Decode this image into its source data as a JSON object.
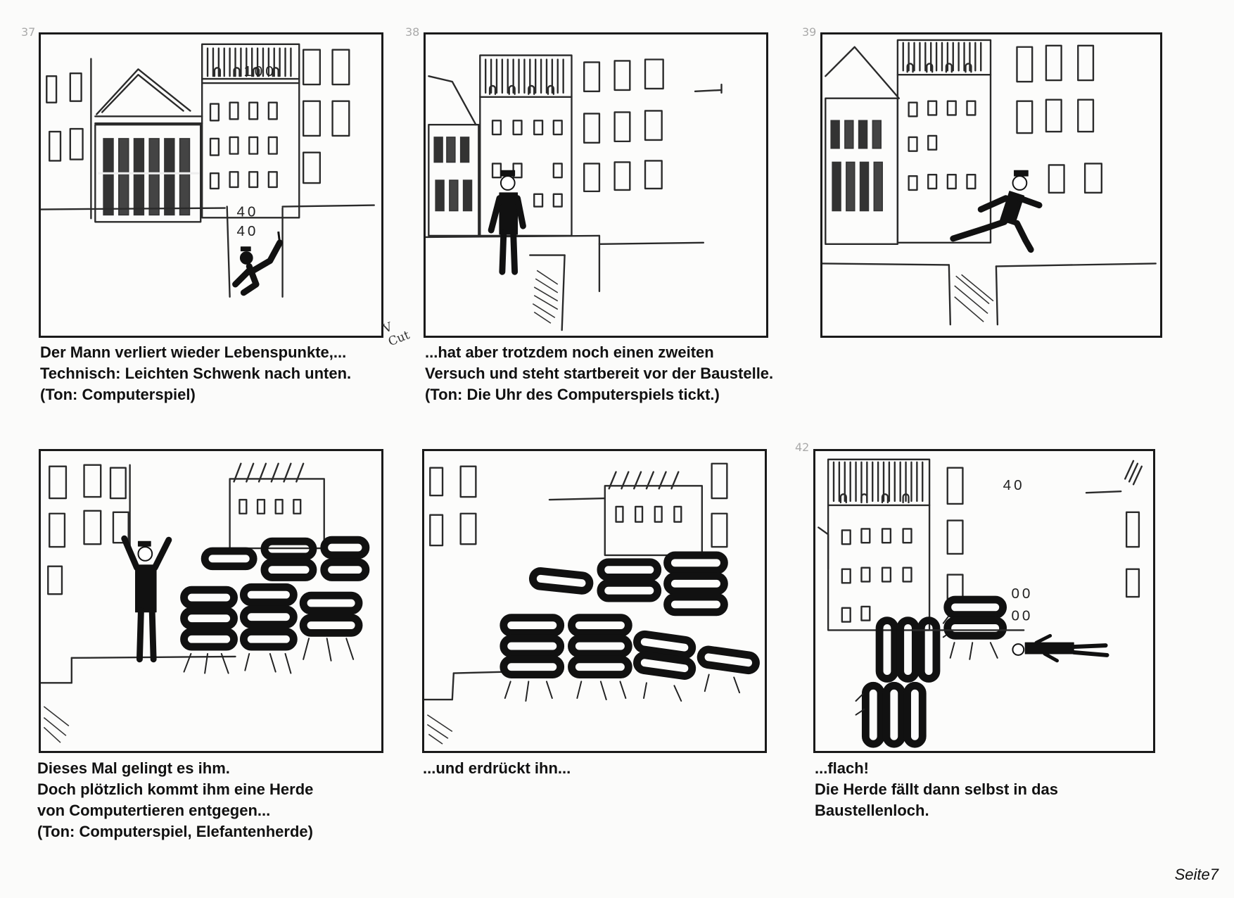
{
  "panel_numbers": {
    "p1": "37",
    "p2": "38",
    "p3": "39",
    "p6": "42"
  },
  "cut_mark": {
    "arrow": "V",
    "word": "Cut"
  },
  "hud": {
    "p1_score_top": "100",
    "p1_lives_a": "40",
    "p1_lives_b": "40",
    "p6_score": "40",
    "p6_lives_a": "00",
    "p6_lives_b": "00"
  },
  "captions": {
    "p1": [
      "Der Mann verliert wieder Lebenspunkte,...",
      "Technisch: Leichten Schwenk nach unten.",
      "(Ton: Computerspiel)"
    ],
    "p2": [
      "...hat aber trotzdem noch einen zweiten",
      "Versuch und steht startbereit vor der Baustelle.",
      "(Ton: Die Uhr des Computerspiels tickt.)"
    ],
    "p4": [
      "Dieses Mal gelingt es ihm.",
      "Doch plötzlich kommt ihm eine Herde",
      "von Computertieren entgegen...",
      "(Ton: Computerspiel, Elefantenherde)"
    ],
    "p5": [
      "...und erdrückt ihn..."
    ],
    "p6": [
      "...flach!",
      "Die Herde fällt dann selbst in das",
      "Baustellenloch."
    ]
  },
  "page_number": "Seite7"
}
